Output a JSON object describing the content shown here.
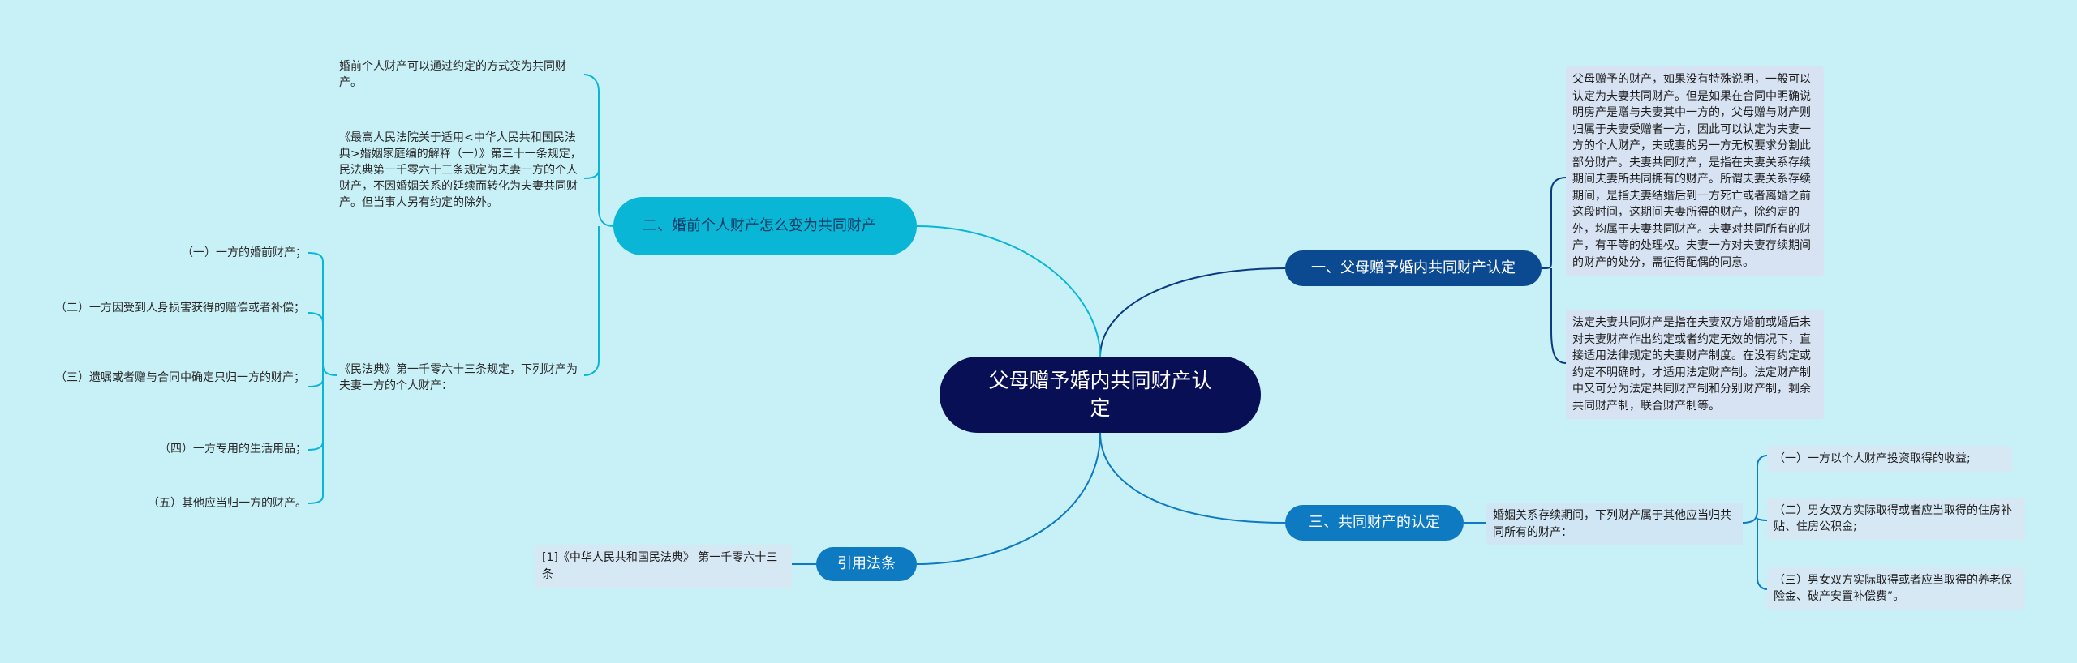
{
  "root": {
    "title": "父母赠予婚内共同财产认定"
  },
  "branches": {
    "right1": {
      "label": "一、父母赠予婚内共同财产认定",
      "details": [
        "父母赠予的财产，如果没有特殊说明，一般可以认定为夫妻共同财产。但是如果在合同中明确说明房产是赠与夫妻其中一方的，父母赠与财产则归属于夫妻受赠者一方，因此可以认定为夫妻一方的个人财产，夫或妻的另一方无权要求分割此部分财产。夫妻共同财产，是指在夫妻关系存续期间夫妻所共同拥有的财产。所谓夫妻关系存续期间，是指夫妻结婚后到一方死亡或者离婚之前这段时间，这期间夫妻所得的财产，除约定的外，均属于夫妻共同财产。夫妻对共同所有的财产，有平等的处理权。夫妻一方对夫妻存续期间的财产的处分，需征得配偶的同意。",
        "法定夫妻共同财产是指在夫妻双方婚前或婚后未对夫妻财产作出约定或者约定无效的情况下，直接适用法律规定的夫妻财产制度。在没有约定或约定不明确时，才适用法定财产制。法定财产制中又可分为法定共同财产制和分别财产制，剩余共同财产制，联合财产制等。"
      ]
    },
    "right2": {
      "label": "三、共同财产的认定",
      "intro": "婚姻关系存续期间，下列财产属于其他应当归共同所有的财产：",
      "items": [
        "（一）一方以个人财产投资取得的收益;",
        "（二）男女双方实际取得或者应当取得的住房补贴、住房公积金;",
        "（三）男女双方实际取得或者应当取得的养老保险金、破产安置补偿费”。"
      ]
    },
    "left1": {
      "label": "二、婚前个人财产怎么变为共同财产",
      "details": [
        "婚前个人财产可以通过约定的方式变为共同财产。",
        "《最高人民法院关于适用<中华人民共和国民法典>婚姻家庭编的解释（一）》第三十一条规定，民法典第一千零六十三条规定为夫妻一方的个人财产，不因婚姻关系的延续而转化为夫妻共同财产。但当事人另有约定的除外。",
        "《民法典》第一千零六十三条规定，下列财产为夫妻一方的个人财产："
      ],
      "items": [
        "（一）一方的婚前财产；",
        "（二）一方因受到人身损害获得的赔偿或者补偿；",
        "（三）遗嘱或者赠与合同中确定只归一方的财产；",
        "（四）一方专用的生活用品；",
        "（五）其他应当归一方的财产。"
      ]
    },
    "left2": {
      "label": "引用法条",
      "details": [
        "[1]《中华人民共和国民法典》 第一千零六十三条"
      ]
    }
  },
  "colors": {
    "root": "#080f55",
    "link_dark": "#0b3a80",
    "link_mid": "#0d7ac1",
    "link_light": "#0ab6d6",
    "background": "#c8f0f7"
  }
}
